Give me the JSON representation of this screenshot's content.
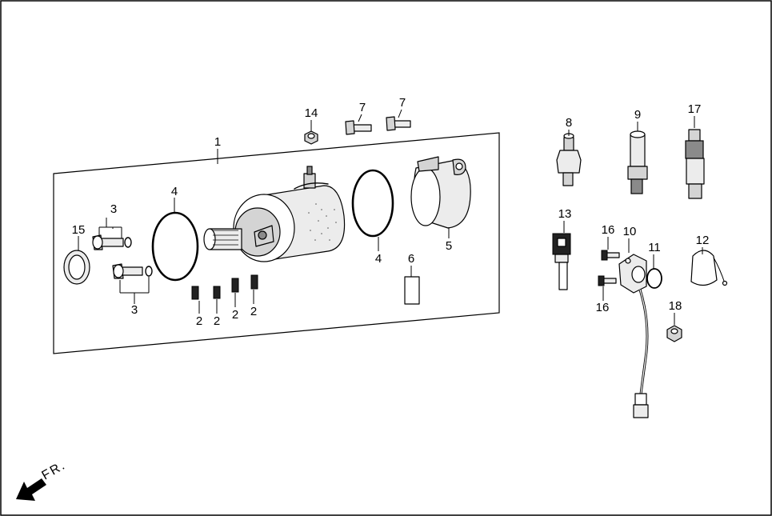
{
  "diagram": {
    "direction_label": "FR.",
    "callouts": {
      "c1": "1",
      "c2a": "2",
      "c2b": "2",
      "c2c": "2",
      "c2d": "2",
      "c3a": "3",
      "c3b": "3",
      "c4a": "4",
      "c4b": "4",
      "c5": "5",
      "c6": "6",
      "c7a": "7",
      "c7b": "7",
      "c8": "8",
      "c9": "9",
      "c10": "10",
      "c11": "11",
      "c12": "12",
      "c13": "13",
      "c14": "14",
      "c15": "15",
      "c16a": "16",
      "c16b": "16",
      "c17": "17",
      "c18": "18"
    }
  }
}
